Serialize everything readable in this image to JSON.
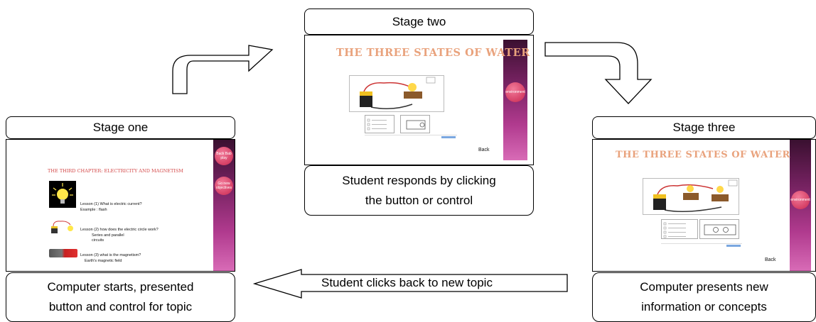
{
  "stages": {
    "one": {
      "title": "Stage one",
      "caption_line1": "Computer starts, presented",
      "caption_line2": "button and control for topic",
      "screen": {
        "chapter_title": "THE THIRD CHAPTER: ELECTRICITY AND MAGNETISM",
        "side_button_1": "Back Bab play",
        "side_button_2": "Go new objectives",
        "lessons": [
          {
            "title": "Lesson (1) What is electric current?",
            "sub1": "Example : flash",
            "sub2": ""
          },
          {
            "title": "Lesson (2) how does the electric circle work?",
            "sub1": "Series and parallel",
            "sub2": "circuits"
          },
          {
            "title": "Lesson (3) what is the magnetism?",
            "sub1": "Earth's magnetic field",
            "sub2": ""
          }
        ]
      }
    },
    "two": {
      "title": "Stage two",
      "caption_line1": "Student responds by clicking",
      "caption_line2": "the button or control",
      "screen": {
        "heading": "THE THREE STATES OF WATER",
        "side_button": "environment",
        "back_label": "Back"
      }
    },
    "three": {
      "title": "Stage three",
      "caption_line1": "Computer presents new",
      "caption_line2": "information or concepts",
      "screen": {
        "heading": "THE THREE STATES OF WATER",
        "side_button": "environment",
        "back_label": "Back"
      }
    }
  },
  "arrows": {
    "bottom_label": "Student clicks back to new topic"
  }
}
